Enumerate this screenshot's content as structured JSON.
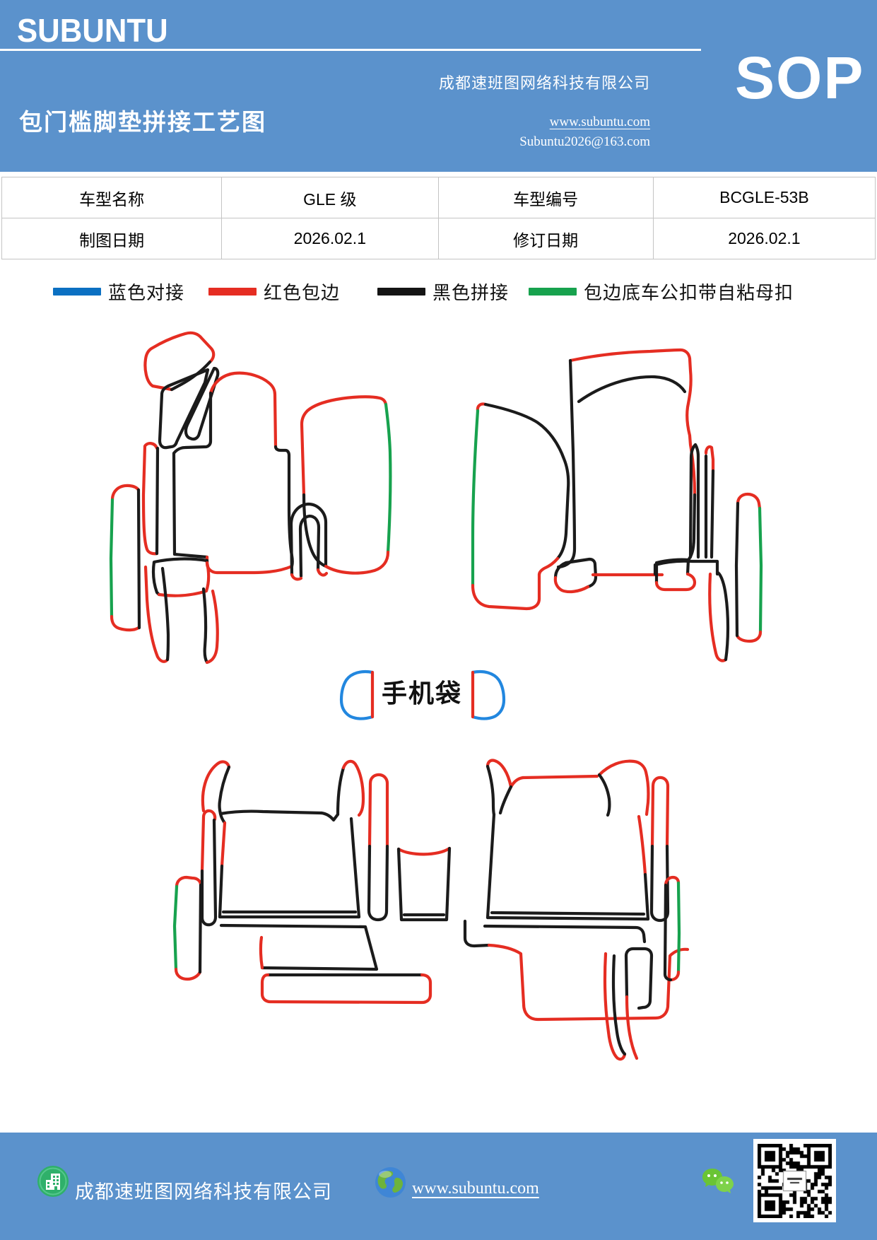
{
  "header": {
    "brand": "SUBUNTU",
    "title": "包门槛脚垫拼接工艺图",
    "company": "成都速班图网络科技有限公司",
    "website": "www.subuntu.com",
    "email": "Subuntu2026@163.com",
    "sop_badge": "SOP",
    "bg_color": "#5b92cc"
  },
  "info_table": {
    "cells": [
      [
        "车型名称",
        "GLE 级",
        "车型编号",
        "BCGLE-53B"
      ],
      [
        "制图日期",
        "2026.02.1",
        "修订日期",
        "2026.02.1"
      ]
    ]
  },
  "legend": {
    "items": [
      {
        "label": "蓝色对接",
        "color": "#0b70c2"
      },
      {
        "label": "红色包边",
        "color": "#e52d22"
      },
      {
        "label": "黑色拼接",
        "color": "#141414"
      },
      {
        "label": "包边底车公扣带自粘母扣",
        "color": "#17a24e"
      }
    ]
  },
  "diagram": {
    "phone_bag_label": "手机袋",
    "stroke_colors": {
      "red": "#e52d22",
      "black": "#1b1b1b",
      "green": "#17a24e",
      "blue": "#2287df"
    }
  },
  "footer": {
    "company": "成都速班图网络科技有限公司",
    "website": "www.subuntu.com",
    "bg_color": "#5b92cc"
  }
}
